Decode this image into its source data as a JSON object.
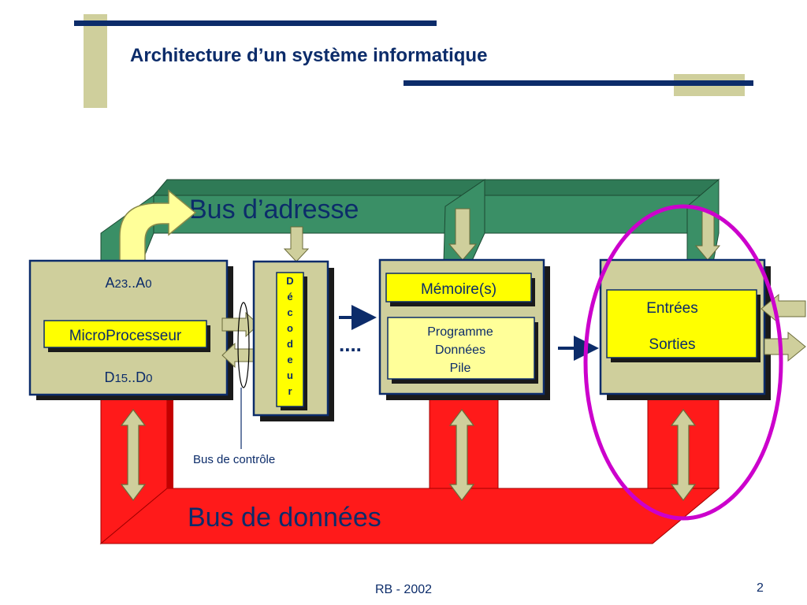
{
  "slide": {
    "title": "Architecture d’un système informatique",
    "footer": "RB - 2002",
    "page_number": "2"
  },
  "diagram": {
    "address_bus_label": "Bus d’adresse",
    "data_bus_label": "Bus de données",
    "control_bus_label": "Bus de contrôle",
    "cpu": {
      "address_range": {
        "letter": "A",
        "hi": "23",
        "sep": "..A",
        "lo": "0"
      },
      "label": "MicroProcesseur",
      "data_range": {
        "letter": "D",
        "hi": "15",
        "sep": "..D",
        "lo": "0"
      }
    },
    "decoder_letters": [
      "D",
      "é",
      "c",
      "o",
      "d",
      "e",
      "u",
      "r"
    ],
    "memory": {
      "title": "Mémoire(s)",
      "contents": [
        "Programme",
        "Données",
        "Pile"
      ]
    },
    "io": {
      "lines": [
        "Entrées",
        "Sorties"
      ]
    },
    "ellipsis": "....",
    "colors": {
      "address_bus": "#3a8f66",
      "data_bus": "#ff1a1a",
      "box_fill": "#cfcf9c",
      "label_fill": "#ffff00",
      "soft_label_fill": "#ffff99",
      "highlight": "#cc00cc",
      "navy": "#0c2c6a"
    }
  }
}
